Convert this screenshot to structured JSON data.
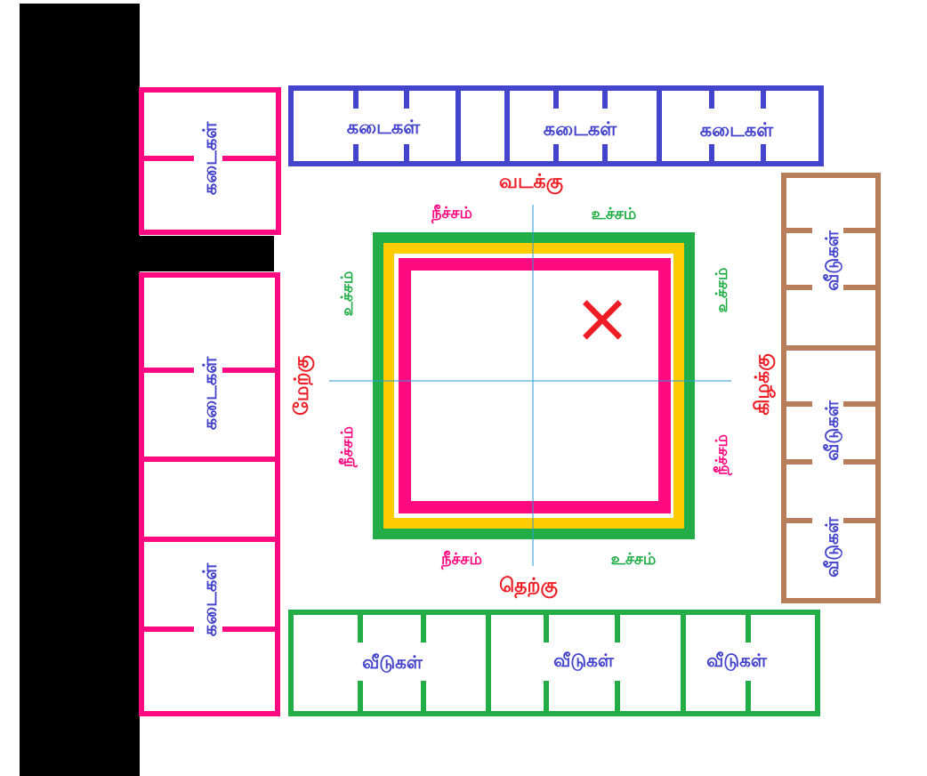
{
  "directions": {
    "north": "வடக்கு",
    "south": "தெற்கு",
    "east": "கிழக்கு",
    "west": "மேற்கு"
  },
  "zones": {
    "north_west": "நீச்சம்",
    "north_east": "உச்சம்",
    "west_upper": "உச்சம்",
    "west_lower": "நீச்சம்",
    "east_upper": "உச்சம்",
    "east_lower": "நீச்சம்",
    "south_west": "நீச்சம்",
    "south_east": "உச்சம்"
  },
  "buildings": {
    "shops": "கடைகள்",
    "houses": "வீடுகள்"
  },
  "cross_mark": "×",
  "colors": {
    "blue": "#4444cc",
    "pink": "#ff0a80",
    "brown": "#b87d5a",
    "green": "#23ad47",
    "yellow": "#ffcc00",
    "red": "#ee1c24",
    "axis": "#2a9ad6",
    "black": "#000000"
  }
}
